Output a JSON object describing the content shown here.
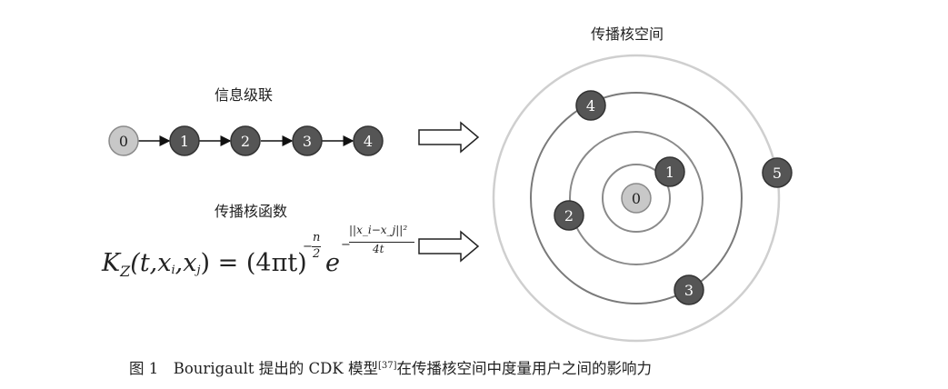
{
  "left_panel": {
    "cascade_title": "信息级联",
    "cascade_nodes": [
      "0",
      "1",
      "2",
      "3",
      "4"
    ],
    "kernel_title": "传播核函数",
    "formula": {
      "lhs_K": "K",
      "lhs_sub": "Z",
      "lhs_args_open": "(t,x",
      "sub_i": "i",
      "comma": ",x",
      "sub_j": "j",
      "close": ")",
      "equals": " = ",
      "base": "(4πt)",
      "exp_minus": "−",
      "exp_n": "n",
      "exp_2": "2",
      "e": "e",
      "exp2_minus": "−",
      "exp2_num": "||x_i−x_j||²",
      "exp2_den": "4t"
    }
  },
  "right_panel": {
    "title": "传播核空间",
    "nodes": [
      "0",
      "1",
      "2",
      "3",
      "4",
      "5"
    ]
  },
  "caption": {
    "prefix": "图 1　Bourigault 提出的 CDK 模型",
    "ref": "[37]",
    "suffix": "在传播核空间中度量用户之间的影响力"
  },
  "colors": {
    "node_light": "#c8c8c8",
    "node_dark": "#555555",
    "ring_outer": "#cfcfcf",
    "ring_inner": "#7a7a7a"
  }
}
